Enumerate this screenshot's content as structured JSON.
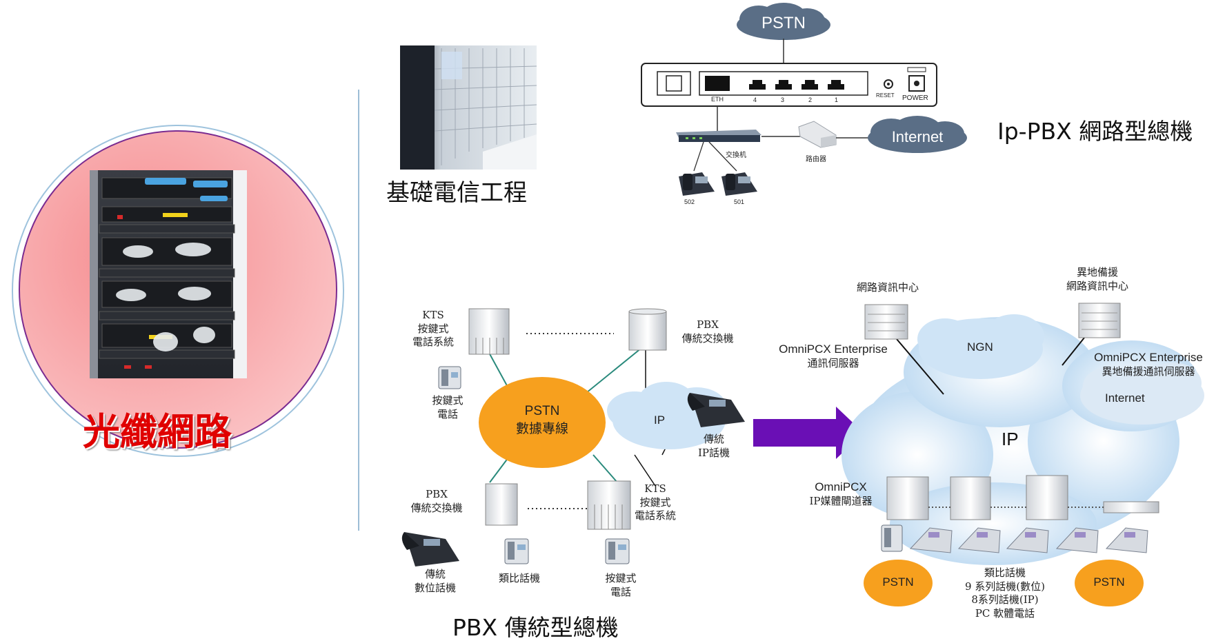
{
  "left_panel": {
    "title": "光纖網路",
    "colors": {
      "circle_fill": "#f9a6a8",
      "circle_border": "#7a2b90",
      "title": "#e00000"
    }
  },
  "telecom_photo": {
    "caption": "基礎電信工程"
  },
  "ippbx": {
    "caption": "Ip-PBX 網路型總機",
    "pstn_label": "PSTN",
    "internet_label": "Internet",
    "eth_label": "ETH",
    "port_labels": [
      "4",
      "3",
      "2",
      "1"
    ],
    "reset_label": "RESET",
    "power_label": "POWER",
    "switch_label": "交換机",
    "router_label": "路由器",
    "phone_labels": [
      "502",
      "501"
    ]
  },
  "pbx": {
    "caption": "PBX  傳統型總機",
    "center_label": [
      "PSTN",
      "數據專線"
    ],
    "ip_cloud_label": "IP",
    "kts_top": [
      "KTS",
      "按鍵式",
      "電話系統"
    ],
    "pbx_top": [
      "PBX",
      "傳統交換機"
    ],
    "key_phone_top": [
      "按鍵式",
      "電話"
    ],
    "ip_phone": [
      "傳統",
      "IP話機"
    ],
    "pbx_bottom": [
      "PBX",
      "傳統交換機"
    ],
    "kts_bottom": [
      "KTS",
      "按鍵式",
      "電話系統"
    ],
    "digital_phone": [
      "傳統",
      "數位話機"
    ],
    "analog_phone": "類比話機",
    "key_phone_bottom": [
      "按鍵式",
      "電話"
    ]
  },
  "ngn": {
    "center_label": "網路資訊中心",
    "backup_label": [
      "異地備援",
      "網路資訊中心"
    ],
    "server_label": [
      "OmniPCX Enterprise",
      "通訊伺服器"
    ],
    "backup_server_label": [
      "OmniPCX Enterprise",
      "異地備援通訊伺服器"
    ],
    "ngn_label": "NGN",
    "internet_label": "Internet",
    "ip_label": "IP",
    "gateway_label": [
      "OmniPCX",
      "IP媒體閘道器"
    ],
    "pstn_left": "PSTN",
    "pstn_right": "PSTN",
    "phones_label": [
      "類比話機",
      "9 系列話機(數位)",
      "8系列話機(IP)",
      "PC 軟體電話"
    ]
  },
  "colors": {
    "cloud_gray": "#5a6e86",
    "cloud_blue": "#cfe4f6",
    "pstn_orange": "#f7a01e",
    "arrow_purple": "#6a0fb5",
    "divider": "#9dbdd6"
  }
}
